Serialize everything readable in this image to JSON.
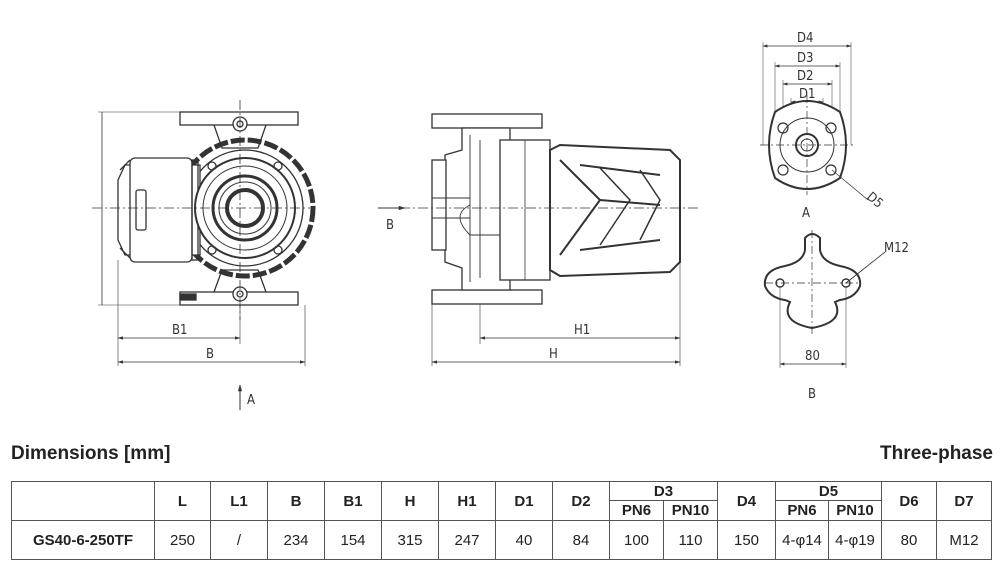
{
  "drawing": {
    "front_view": {
      "labels": {
        "b1": "B1",
        "b": "B",
        "a": "A"
      }
    },
    "side_view": {
      "labels": {
        "b": "B",
        "h1": "H1",
        "h": "H"
      }
    },
    "flange_view": {
      "labels": {
        "d4": "D4",
        "d3": "D3",
        "d2": "D2",
        "d1": "D1",
        "d5": "D5",
        "a": "A"
      }
    },
    "foot_view": {
      "labels": {
        "m12": "M12",
        "width": "80",
        "b": "B"
      }
    }
  },
  "section": {
    "title": "Dimensions [mm]",
    "subtitle": "Three-phase"
  },
  "table": {
    "headers": {
      "L": "L",
      "L1": "L1",
      "B": "B",
      "B1": "B1",
      "H": "H",
      "H1": "H1",
      "D1": "D1",
      "D2": "D2",
      "D3": "D3",
      "D4": "D4",
      "D5": "D5",
      "D6": "D6",
      "D7": "D7",
      "PN6": "PN6",
      "PN10": "PN10"
    },
    "rows": [
      {
        "model": "GS40-6-250TF",
        "L": "250",
        "L1": "/",
        "B": "234",
        "B1": "154",
        "H": "315",
        "H1": "247",
        "D1": "40",
        "D2": "84",
        "D3_PN6": "100",
        "D3_PN10": "110",
        "D4": "150",
        "D5_PN6": "4-φ14",
        "D5_PN10": "4-φ19",
        "D6": "80",
        "D7": "M12"
      }
    ]
  }
}
